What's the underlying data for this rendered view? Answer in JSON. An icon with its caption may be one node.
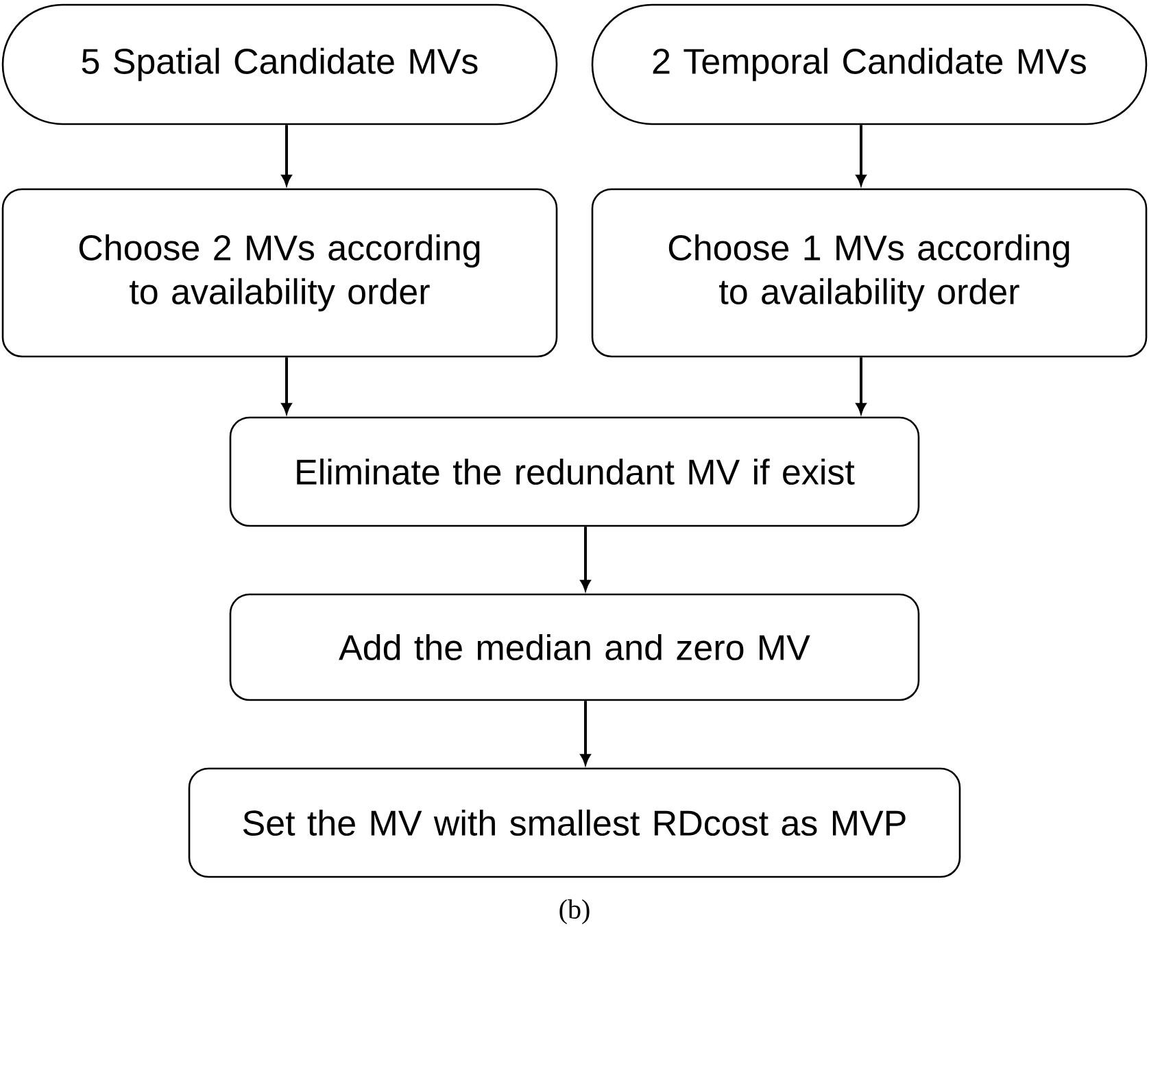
{
  "diagram": {
    "caption": "(b)",
    "nodes": [
      {
        "text": [
          "5 Spatial Candidate MVs"
        ]
      },
      {
        "text": [
          "2 Temporal Candidate MVs"
        ]
      },
      {
        "text": [
          "Choose 2 MVs according to availability order"
        ]
      },
      {
        "text": [
          "Choose 1 MVs according to availability order"
        ]
      },
      {
        "text": [
          "Eliminate the redundant MV if exist"
        ]
      },
      {
        "text": [
          "Add the median and zero MV"
        ]
      },
      {
        "text": [
          "Set the MV with smallest RDcost as MVP"
        ]
      }
    ],
    "edges": [
      {
        "from": 0,
        "to": 2,
        "arrow": "to"
      },
      {
        "from": 1,
        "to": 3,
        "arrow": "to"
      },
      {
        "from": 2,
        "to": 4,
        "arrow": "to"
      },
      {
        "from": 3,
        "to": 4,
        "arrow": "to"
      },
      {
        "from": 4,
        "to": 5,
        "arrow": "to"
      },
      {
        "from": 5,
        "to": 6,
        "arrow": "to"
      }
    ]
  }
}
